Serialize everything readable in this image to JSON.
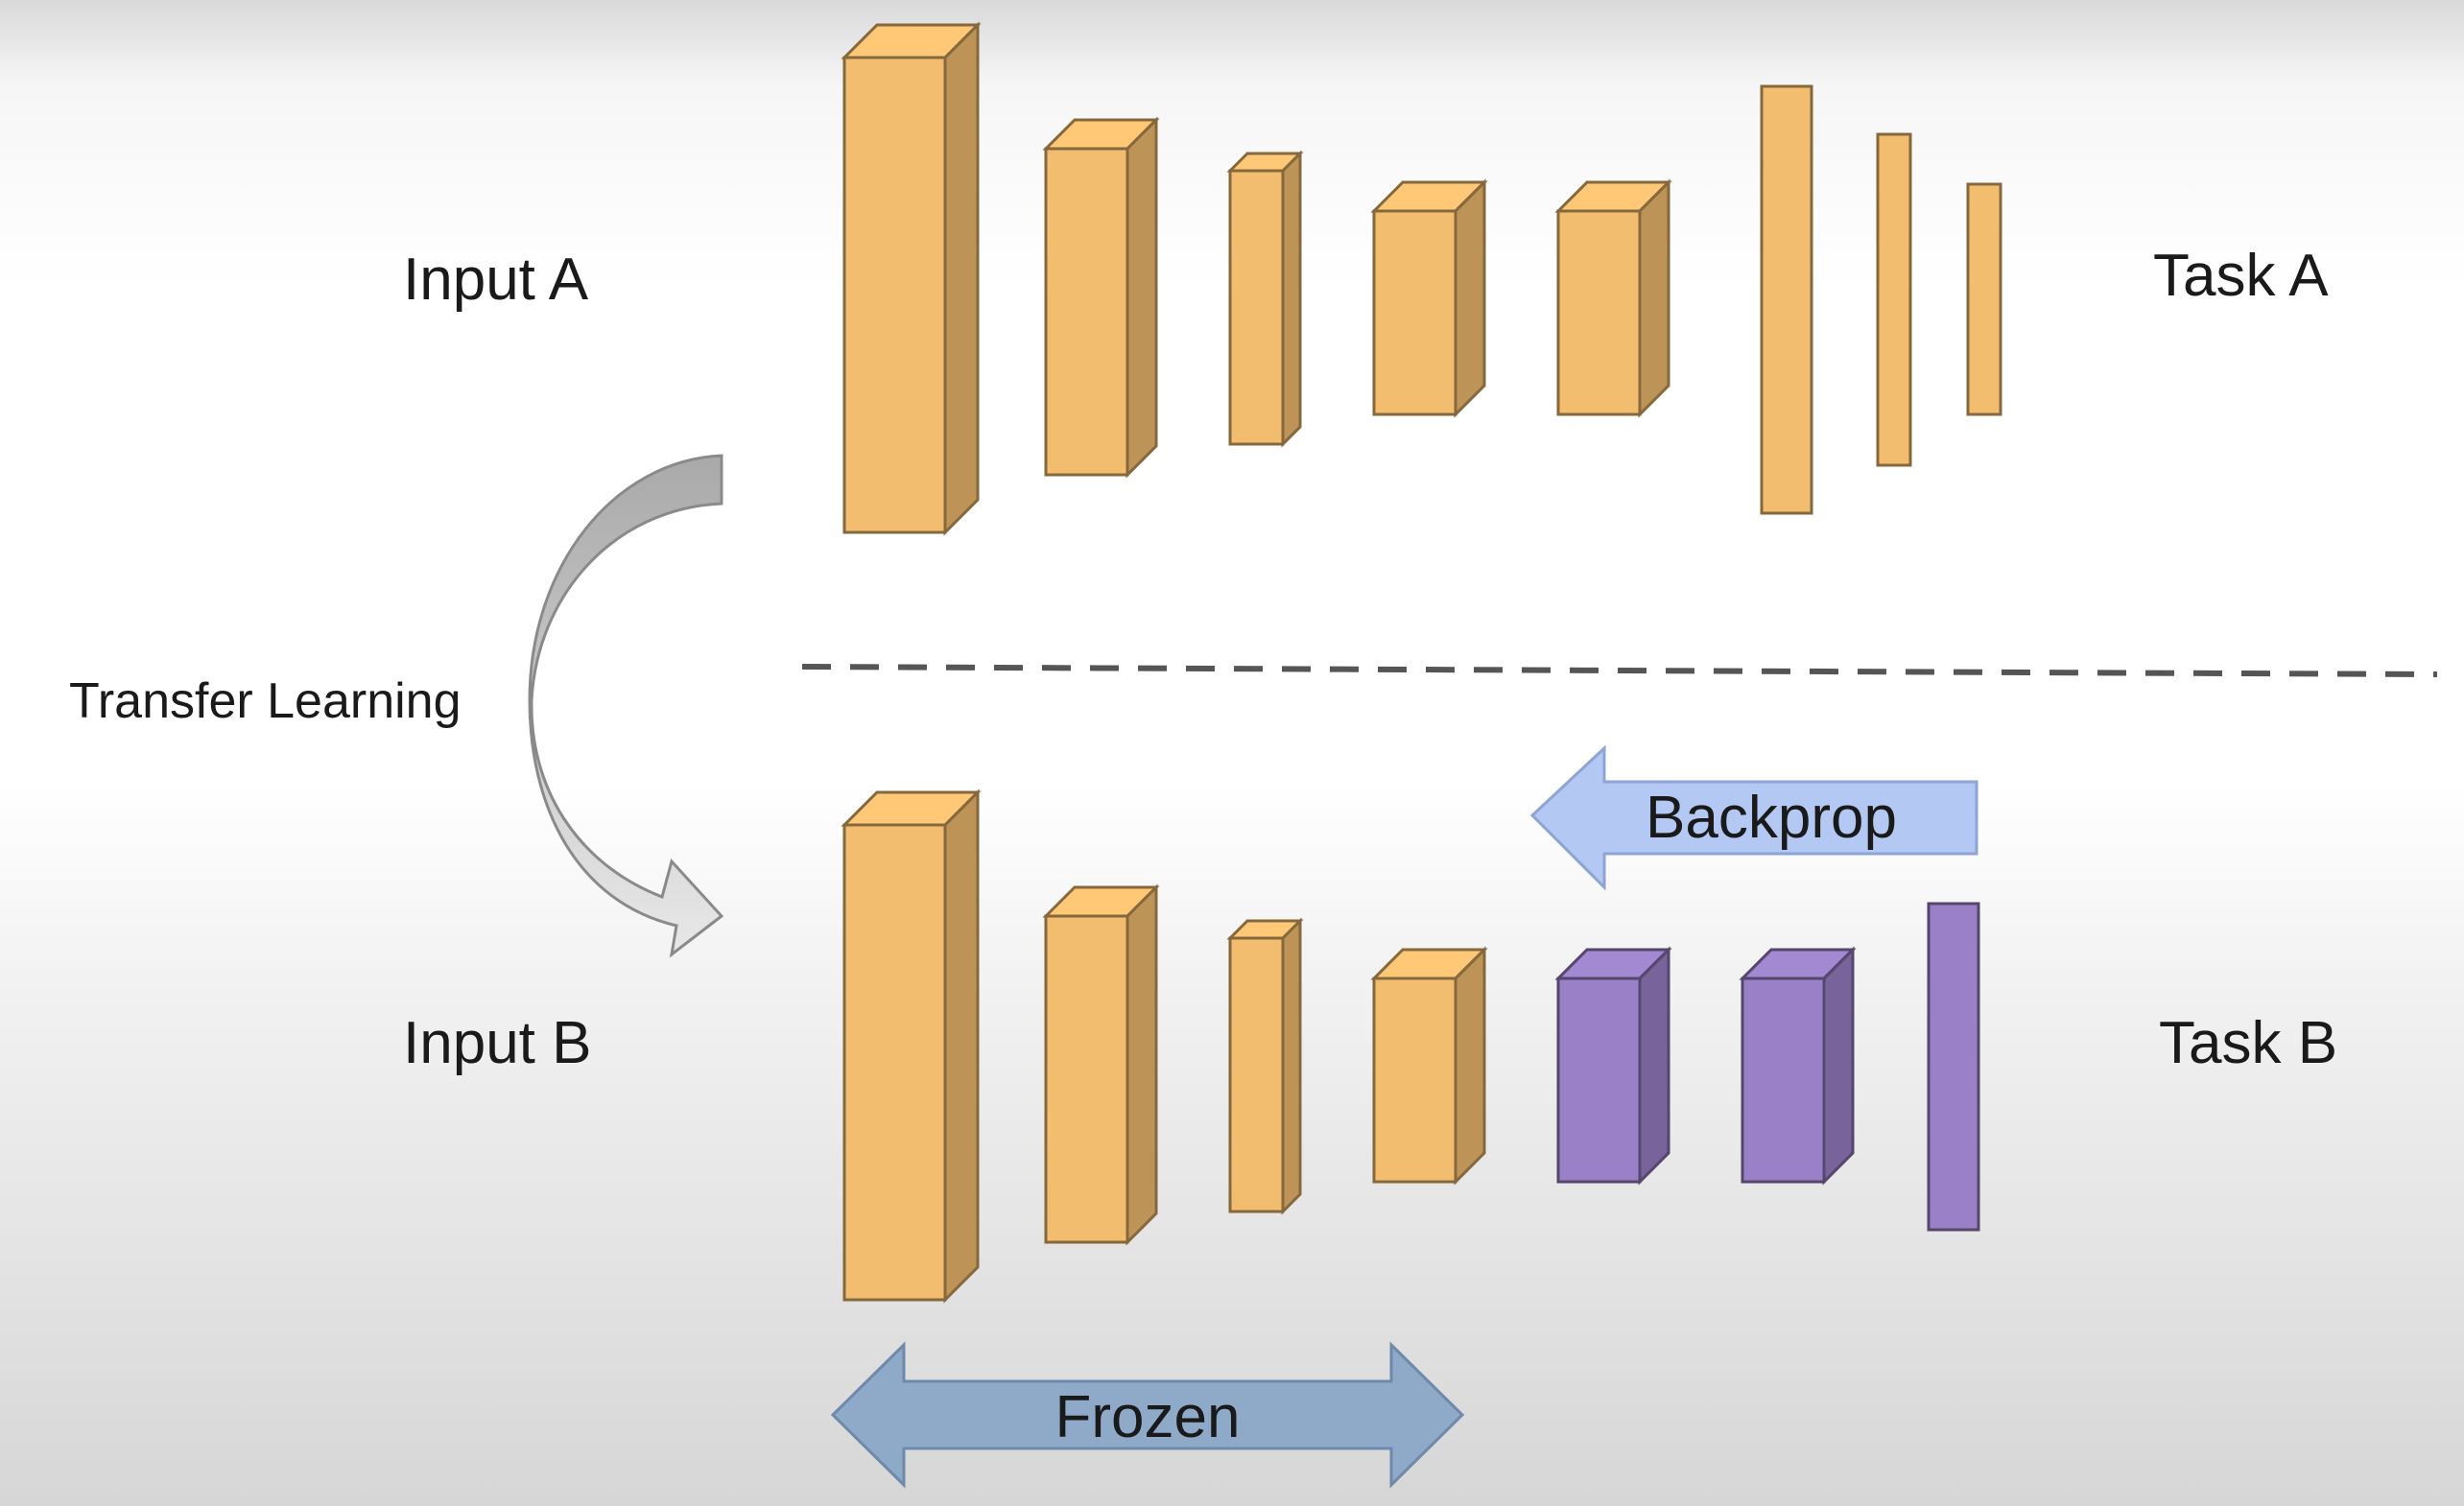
{
  "labels": {
    "input_a": "Input A",
    "task_a": "Task A",
    "input_b": "Input B",
    "task_b": "Task B",
    "transfer_learning": "Transfer Learning",
    "backprop": "Backprop",
    "frozen": "Frozen"
  },
  "colors": {
    "frozen_layer": "#f3bd6f",
    "trainable_layer": "#9a80c6",
    "backprop_arrow": "#b3c8f2",
    "frozen_arrow": "#8fa9c9",
    "transfer_arrow": "#c8c8c8",
    "divider": "#555555"
  },
  "network_a": {
    "layers": [
      {
        "kind": "frozen"
      },
      {
        "kind": "frozen"
      },
      {
        "kind": "frozen"
      },
      {
        "kind": "frozen"
      },
      {
        "kind": "frozen"
      },
      {
        "kind": "frozen"
      },
      {
        "kind": "frozen"
      },
      {
        "kind": "frozen"
      }
    ]
  },
  "network_b": {
    "layers": [
      {
        "kind": "frozen"
      },
      {
        "kind": "frozen"
      },
      {
        "kind": "frozen"
      },
      {
        "kind": "frozen"
      },
      {
        "kind": "trainable"
      },
      {
        "kind": "trainable"
      },
      {
        "kind": "trainable"
      }
    ]
  }
}
